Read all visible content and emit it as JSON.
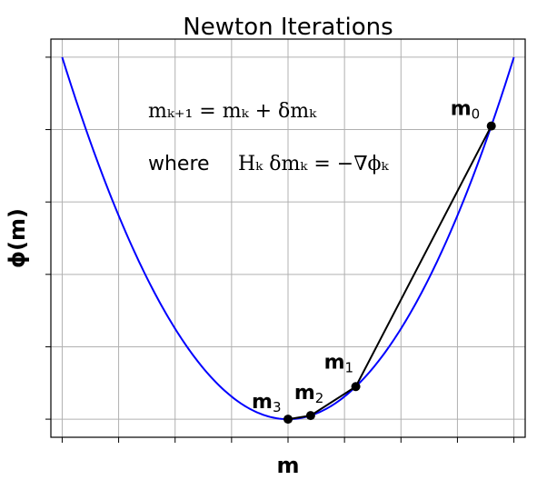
{
  "chart_data": {
    "type": "line",
    "title": "Newton Iterations",
    "xlabel": "m",
    "ylabel": "ϕ(m)",
    "xlim": [
      -1.05,
      1.05
    ],
    "ylim": [
      -0.05,
      1.05
    ],
    "grid": true,
    "tick_labels_shown": false,
    "x_ticks": [
      -1.0,
      -0.75,
      -0.5,
      -0.25,
      0.0,
      0.25,
      0.5,
      0.75,
      1.0
    ],
    "y_ticks": [
      0.0,
      0.2,
      0.4,
      0.6,
      0.8,
      1.0
    ],
    "series": [
      {
        "kind": "curve",
        "color": "#0000ff",
        "x": [
          -1.0,
          -0.9,
          -0.8,
          -0.7,
          -0.6,
          -0.5,
          -0.4,
          -0.3,
          -0.2,
          -0.1,
          0.0,
          0.1,
          0.2,
          0.3,
          0.4,
          0.5,
          0.6,
          0.7,
          0.8,
          0.9,
          1.0
        ],
        "y": [
          1.0,
          0.81,
          0.64,
          0.49,
          0.36,
          0.25,
          0.16,
          0.09,
          0.04,
          0.01,
          0.0,
          0.01,
          0.04,
          0.09,
          0.16,
          0.25,
          0.36,
          0.49,
          0.64,
          0.81,
          1.0
        ]
      },
      {
        "kind": "iterates",
        "color": "#000000",
        "points": [
          {
            "label": "m",
            "sub": "0",
            "x": 0.9,
            "y": 0.81
          },
          {
            "label": "m",
            "sub": "1",
            "x": 0.3,
            "y": 0.09
          },
          {
            "label": "m",
            "sub": "2",
            "x": 0.1,
            "y": 0.01
          },
          {
            "label": "m",
            "sub": "3",
            "x": 0.0,
            "y": 0.0
          }
        ]
      }
    ],
    "annotations": {
      "update_rule": "mₖ₊₁ = mₖ + δmₖ",
      "where_label": "where",
      "system_rule": "Hₖ δmₖ = −∇ϕₖ"
    }
  },
  "colors": {
    "curve": "#0000ff",
    "iterates": "#000000",
    "grid": "#b0b0b0"
  }
}
